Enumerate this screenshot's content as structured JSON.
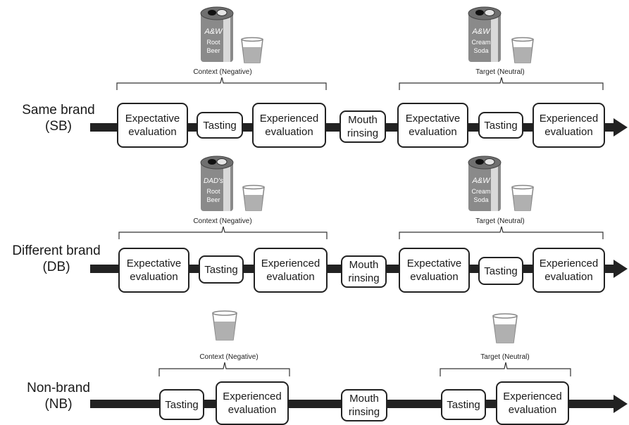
{
  "rows": {
    "sb": {
      "label_line1": "Same brand",
      "label_line2": "(SB)",
      "context_label": "Context (Negative)",
      "target_label": "Target (Neutral)",
      "context_can": [
        "A&W",
        "Root",
        "Beer"
      ],
      "target_can": [
        "A&W",
        "Cream",
        "Soda"
      ],
      "boxes": [
        "Expectative\nevaluation",
        "Tasting",
        "Experienced\nevaluation",
        "Mouth\nrinsing",
        "Expectative\nevaluation",
        "Tasting",
        "Experienced\nevaluation"
      ]
    },
    "db": {
      "label_line1": "Different brand",
      "label_line2": "(DB)",
      "context_label": "Context (Negative)",
      "target_label": "Target (Neutral)",
      "context_can": [
        "DAD's",
        "Root",
        "Beer"
      ],
      "target_can": [
        "A&W",
        "Cream",
        "Soda"
      ],
      "boxes": [
        "Expectative\nevaluation",
        "Tasting",
        "Experienced\nevaluation",
        "Mouth\nrinsing",
        "Expectative\nevaluation",
        "Tasting",
        "Experienced\nevaluation"
      ]
    },
    "nb": {
      "label_line1": "Non-brand",
      "label_line2": "(NB)",
      "context_label": "Context (Negative)",
      "target_label": "Target (Neutral)",
      "boxes": [
        "Tasting",
        "Experienced\nevaluation",
        "Mouth\nrinsing",
        "Tasting",
        "Experienced\nevaluation"
      ]
    }
  },
  "colors": {
    "arrow": "#222222",
    "can_body": "#8a8a8a",
    "can_stripe": "#d9d9d9",
    "cup": "#b0b0b0"
  }
}
